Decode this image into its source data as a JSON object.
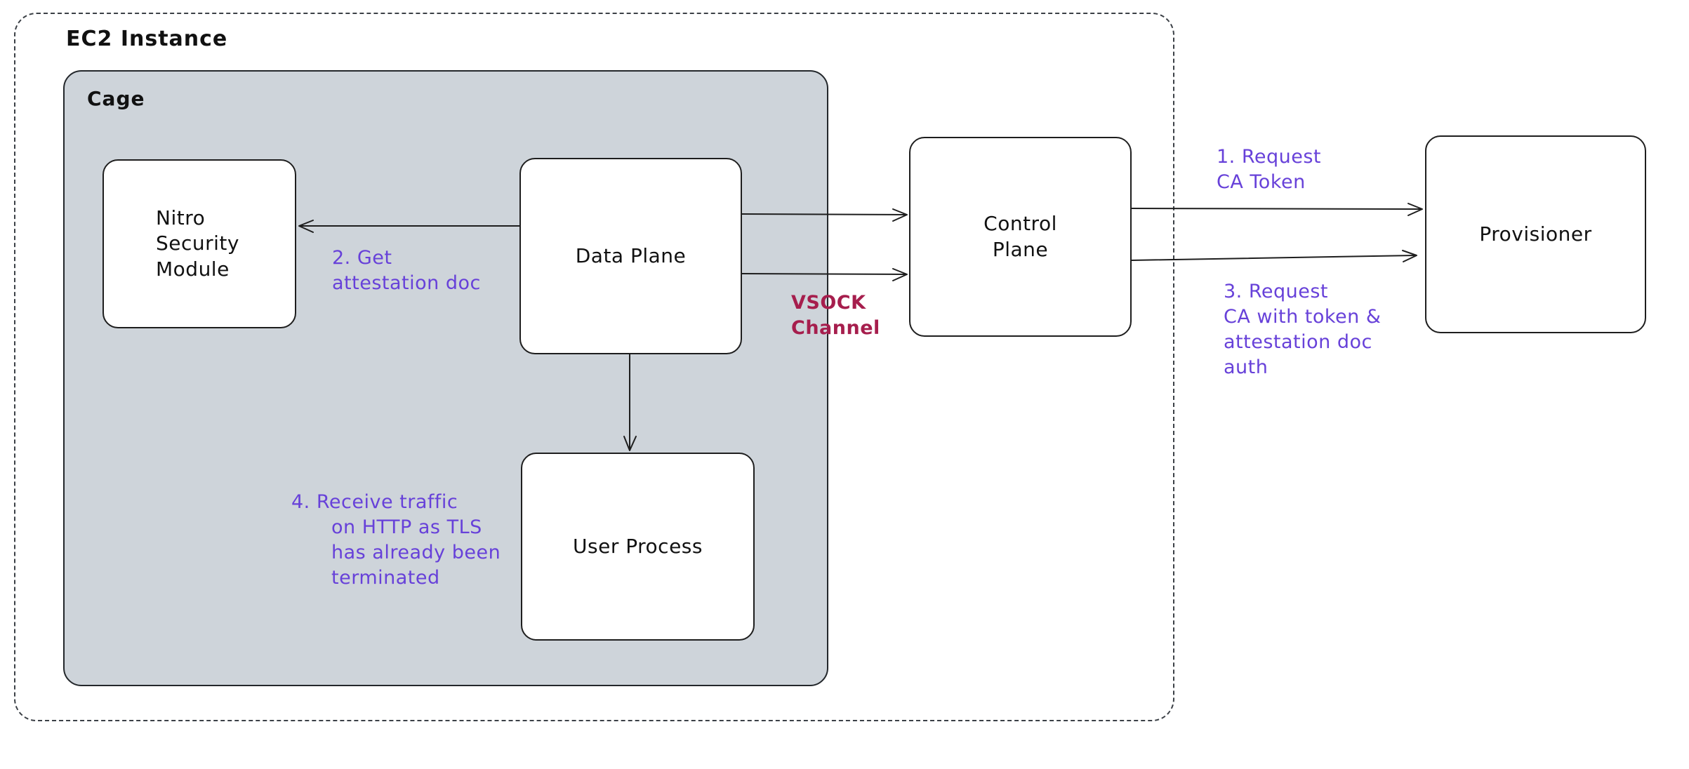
{
  "containers": {
    "ec2_label": "EC2 Instance",
    "cage_label": "Cage"
  },
  "nodes": {
    "nitro": "Nitro\nSecurity\nModule",
    "data_plane": "Data Plane",
    "user_process": "User Process",
    "control_plane": "Control\nPlane",
    "provisioner": "Provisioner"
  },
  "annotations": {
    "step1": "1. Request\nCA Token",
    "step2": "2. Get\nattestation doc",
    "step3": "3. Request\nCA with token &\nattestation doc\nauth",
    "step4": "4. Receive traffic\non HTTP as TLS\nhas already been\nterminated",
    "vsock": "VSOCK\nChannel"
  },
  "edges": [
    {
      "from": "data-plane",
      "to": "nitro-security-module",
      "label": "2. Get attestation doc"
    },
    {
      "from": "data-plane",
      "to": "control-plane",
      "label": "VSOCK Channel"
    },
    {
      "from": "data-plane",
      "to": "control-plane",
      "label": "VSOCK Channel"
    },
    {
      "from": "data-plane",
      "to": "user-process",
      "label": "4. Receive traffic on HTTP as TLS has already been terminated"
    },
    {
      "from": "control-plane",
      "to": "provisioner",
      "label": "1. Request CA Token"
    },
    {
      "from": "control-plane",
      "to": "provisioner",
      "label": "3. Request CA with token & attestation doc auth"
    }
  ],
  "colors": {
    "annotation_purple": "#6741d9",
    "vsock_crimson": "#a61e4d",
    "cage_fill": "#ced4da",
    "stroke": "#1e1e1e",
    "background": "#ffffff"
  }
}
